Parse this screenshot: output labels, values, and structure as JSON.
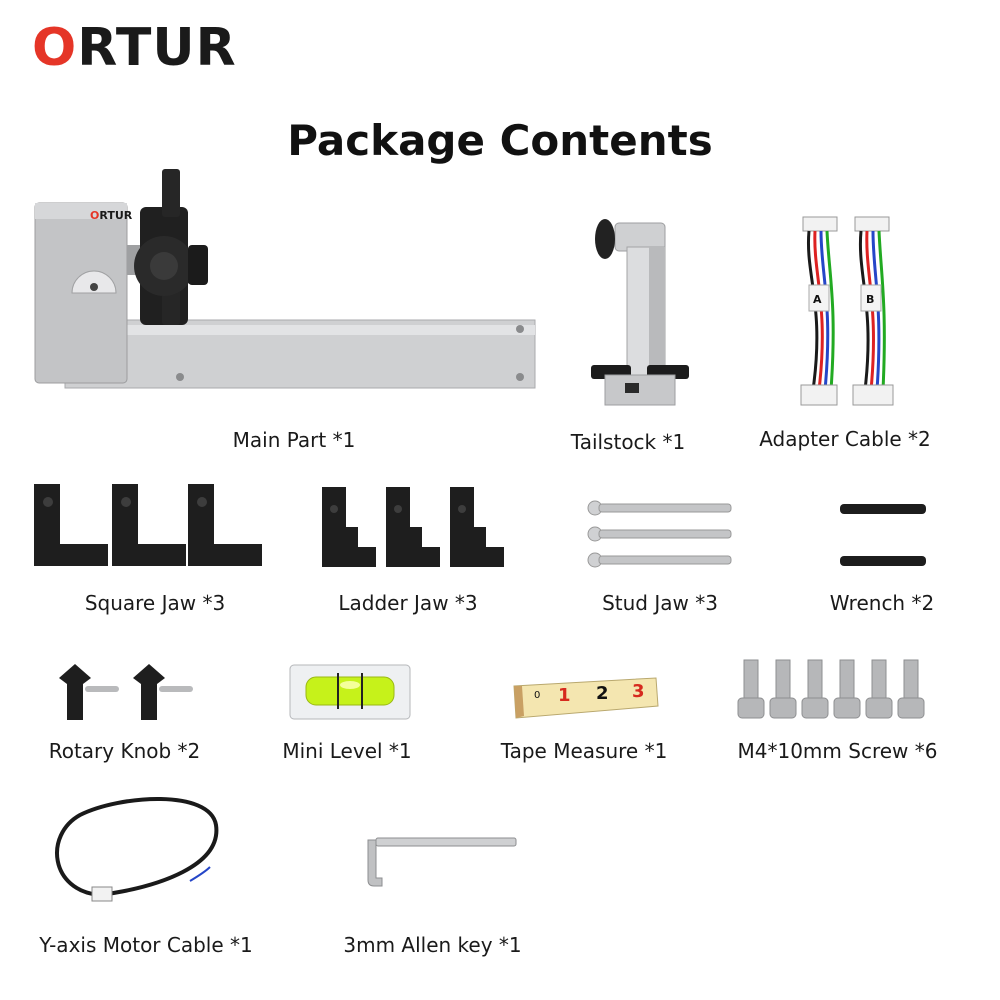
{
  "brand": {
    "logo_first": "O",
    "logo_rest": "RTUR",
    "part_logo_first": "O",
    "part_logo_rest": "RTUR"
  },
  "header": {
    "title": "Package Contents"
  },
  "cable_markers": {
    "a": "A",
    "b": "B"
  },
  "tape_digits": [
    "0",
    "1",
    "2",
    "3"
  ],
  "items": {
    "main_part": "Main Part *1",
    "tailstock": "Tailstock *1",
    "adapter_cable": "Adapter Cable *2",
    "square_jaw": "Square Jaw *3",
    "ladder_jaw": "Ladder Jaw *3",
    "stud_jaw": "Stud Jaw *3",
    "wrench": "Wrench *2",
    "rotary_knob": "Rotary Knob *2",
    "mini_level": "Mini Level *1",
    "tape_measure": "Tape Measure *1",
    "screw": "M4*10mm Screw *6",
    "motor_cable": "Y-axis Motor Cable *1",
    "allen_key": "3mm Allen key *1"
  },
  "colors": {
    "brand_red": "#e53527",
    "metal": "#c9cacc",
    "jaw_black": "#1e1e1e",
    "level_green": "#c6f21a",
    "tape_yellow": "#f4e6b0"
  }
}
